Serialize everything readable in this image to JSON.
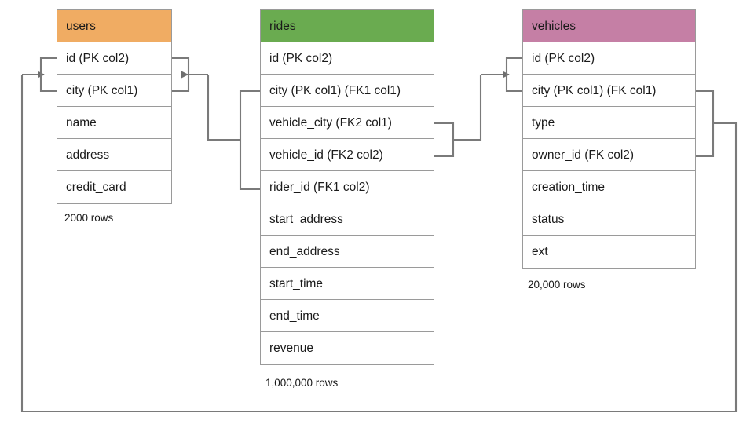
{
  "diagram": {
    "title": "ride-sharing schema entity relationship diagram",
    "background": "#ffffff",
    "line_color": "#7a7a7a"
  },
  "tables": [
    {
      "id": "users",
      "name": "users",
      "header_color": "#F0AC63",
      "row_count_label": "2000 rows",
      "columns": [
        {
          "label": "id (PK col2)"
        },
        {
          "label": "city (PK col1)"
        },
        {
          "label": "name"
        },
        {
          "label": "address"
        },
        {
          "label": "credit_card"
        }
      ]
    },
    {
      "id": "rides",
      "name": "rides",
      "header_color": "#6AAB50",
      "row_count_label": "1,000,000 rows",
      "columns": [
        {
          "label": "id (PK col2)"
        },
        {
          "label": "city (PK col1) (FK1 col1)"
        },
        {
          "label": "vehicle_city (FK2 col1)"
        },
        {
          "label": "vehicle_id (FK2 col2)"
        },
        {
          "label": "rider_id (FK1 col2)"
        },
        {
          "label": "start_address"
        },
        {
          "label": "end_address"
        },
        {
          "label": "start_time"
        },
        {
          "label": "end_time"
        },
        {
          "label": "revenue"
        }
      ]
    },
    {
      "id": "vehicles",
      "name": "vehicles",
      "header_color": "#C57FA5",
      "row_count_label": "20,000 rows",
      "columns": [
        {
          "label": "id (PK col2)"
        },
        {
          "label": "city (PK col1) (FK col1)"
        },
        {
          "label": "type"
        },
        {
          "label": "owner_id (FK col2)"
        },
        {
          "label": "creation_time"
        },
        {
          "label": "status"
        },
        {
          "label": "ext"
        }
      ]
    }
  ],
  "relationships": [
    {
      "id": "fk1-rides-to-users",
      "from_table": "rides",
      "from_columns": [
        "city (PK col1) (FK1 col1)",
        "rider_id (FK1 col2)"
      ],
      "to_table": "users",
      "to_columns": [
        "id (PK col2)",
        "city (PK col1)"
      ],
      "arrow_direction": "left"
    },
    {
      "id": "fk2-rides-to-vehicles",
      "from_table": "rides",
      "from_columns": [
        "vehicle_city (FK2 col1)",
        "vehicle_id (FK2 col2)"
      ],
      "to_table": "vehicles",
      "to_columns": [
        "id (PK col2)",
        "city (PK col1) (FK col1)"
      ],
      "arrow_direction": "right"
    },
    {
      "id": "fk-vehicles-to-users",
      "from_table": "vehicles",
      "from_columns": [
        "city (PK col1) (FK col1)",
        "owner_id (FK col2)"
      ],
      "to_table": "users",
      "to_columns": [
        "id (PK col2)",
        "city (PK col1)"
      ],
      "arrow_direction": "right"
    }
  ]
}
